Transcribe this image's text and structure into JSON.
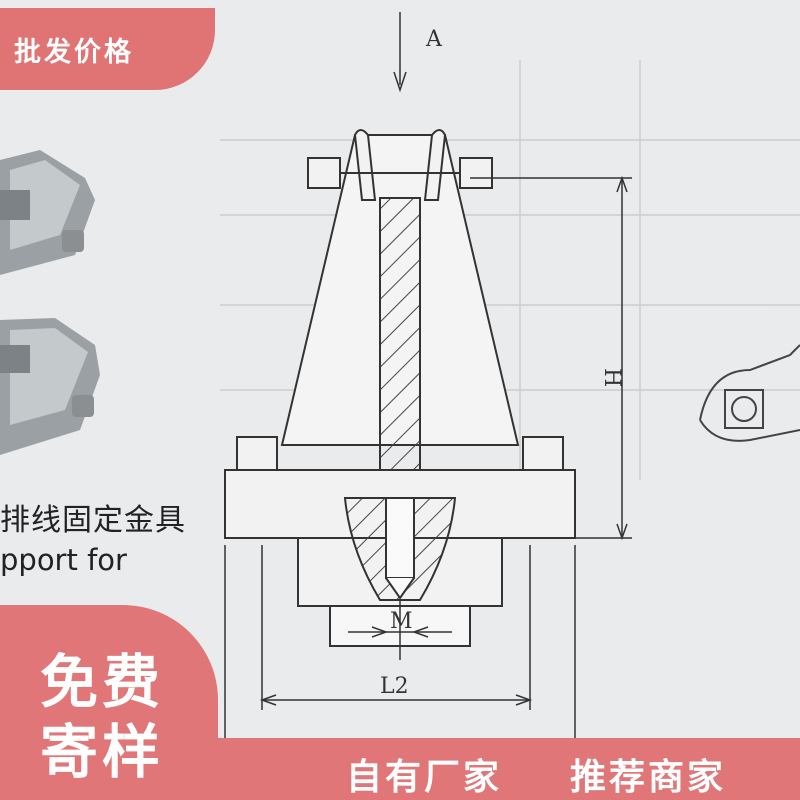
{
  "top_tag": {
    "label": "批发价格"
  },
  "badge": {
    "line1": "免费",
    "line2": "寄样"
  },
  "bottom_bar": {
    "left": "自有厂家",
    "right": "推荐商家"
  },
  "product_caption": {
    "chinese": "排线固定金具",
    "english": "pport for"
  },
  "drawing_labels": {
    "view_arrow": "A",
    "height": "H",
    "bolt": "M",
    "length2": "L2"
  },
  "colors": {
    "accent": "#e07677",
    "text_on_accent": "#ffffff"
  }
}
